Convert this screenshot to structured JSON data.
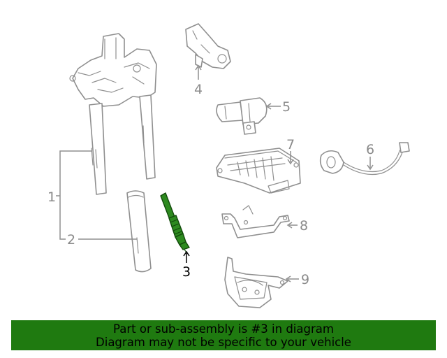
{
  "diagram": {
    "callouts": [
      "1",
      "2",
      "3",
      "4",
      "5",
      "6",
      "7",
      "8",
      "9"
    ],
    "highlighted_callout": "3",
    "highlight_color": "#2d8a1f"
  },
  "banner": {
    "line1": "Part or sub-assembly is #3 in diagram",
    "line2": "Diagram may not be specific to your vehicle",
    "background_color": "#1f7a10"
  }
}
